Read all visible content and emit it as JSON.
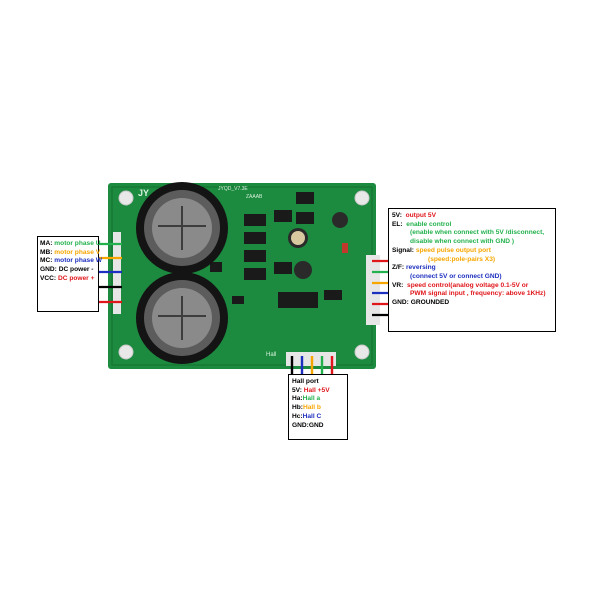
{
  "colors": {
    "pcb": "#1c8a3f",
    "wire_red": "#e0161b",
    "wire_green": "#22b14c",
    "wire_orange": "#f7a600",
    "wire_blue": "#1d2fbf",
    "wire_black": "#000000"
  },
  "board": {
    "silk_brand": "JY",
    "silk_model": "JYQD_V7.3E",
    "silk_fuse": "ZAAAB",
    "silk_hall": "Hall"
  },
  "left_box": {
    "rows": [
      {
        "key": "MA:",
        "value": "motor phase U",
        "color": "green"
      },
      {
        "key": "MB:",
        "value": "motor phase V",
        "color": "orange"
      },
      {
        "key": "MC:",
        "value": "motor phase W",
        "color": "blue"
      },
      {
        "key": "GND:",
        "value": "DC power -",
        "color": "black"
      },
      {
        "key": "VCC:",
        "value": "DC power +",
        "color": "red"
      }
    ]
  },
  "right_box": {
    "r1_key": "5V:",
    "r1_val": "output 5V",
    "r2_key": "EL:",
    "r2_val": "enable control",
    "r2_note1": "(enable when connect with 5V /disconnect,",
    "r2_note2": "disable when connect with GND )",
    "r3_key": "Signal:",
    "r3_val": "speed pulse output port",
    "r3_note": "(speed:pole-pairs X3)",
    "r4_key": "Z/F:",
    "r4_val": "reversing",
    "r4_note": "(connect 5V or connect GND)",
    "r5_key": "VR:",
    "r5_val": "speed control(analog voltage 0.1-5V or",
    "r5_note": "PWM signal input , frequency: above 1KHz)",
    "r6_key": "GND:",
    "r6_val": "GROUNDED"
  },
  "hall_box": {
    "title": "Hall port",
    "rows": [
      {
        "key": "5V:",
        "value": "Hall +5V",
        "color": "red"
      },
      {
        "key": "Ha:",
        "value": "Hall a",
        "color": "green"
      },
      {
        "key": "Hb:",
        "value": "Hall b",
        "color": "orange"
      },
      {
        "key": "Hc:",
        "value": "Hall C",
        "color": "blue"
      },
      {
        "key": "GND:",
        "value": "GND",
        "color": "black"
      }
    ]
  }
}
